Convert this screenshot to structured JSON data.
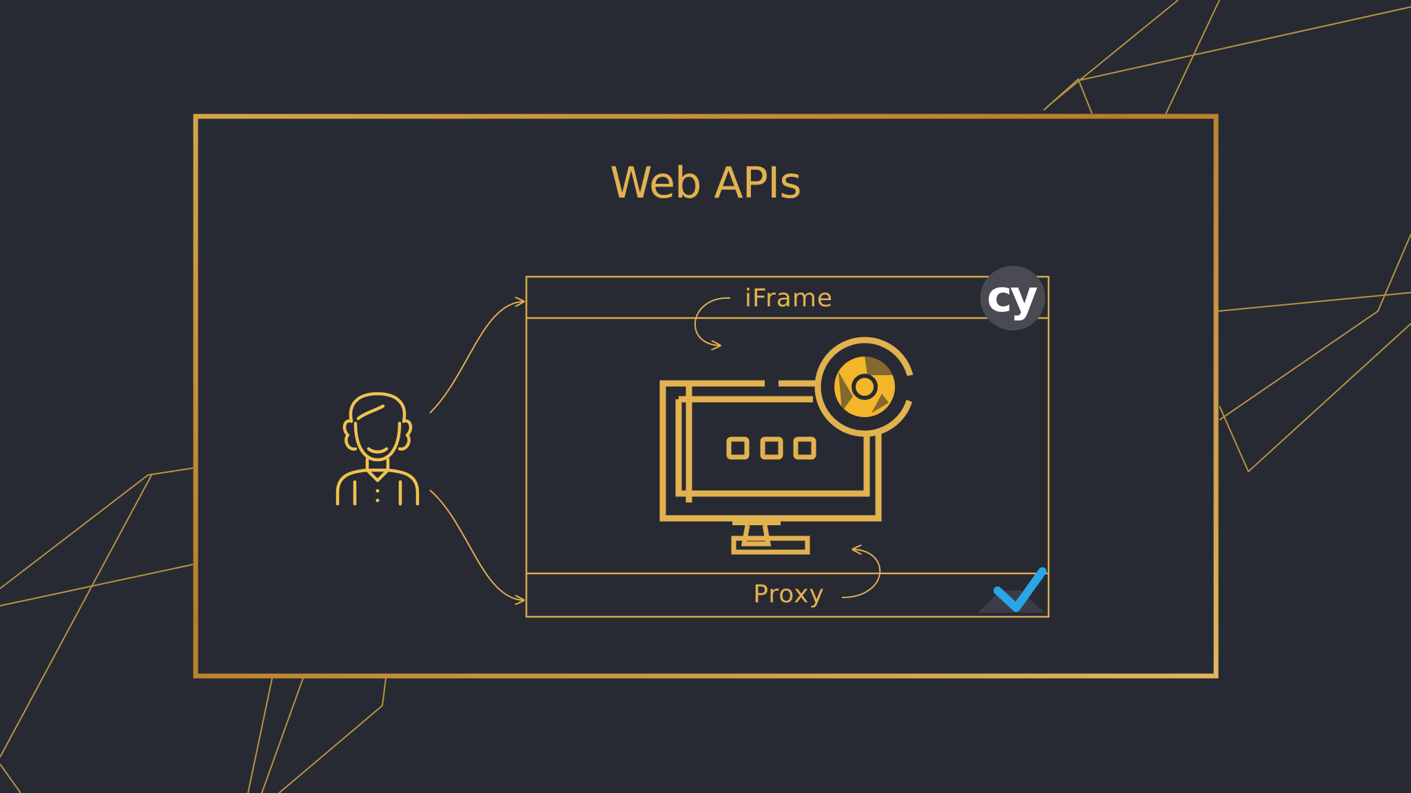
{
  "slide": {
    "title": "Web APIs",
    "top_bar_label": "iFrame",
    "bottom_bar_label": "Proxy",
    "cypress_logo_text": "cy",
    "icons": {
      "user": "person-icon",
      "computer": "monitor-icon",
      "browser": "chrome-icon",
      "cypress": "cypress-logo",
      "status": "checkmark-icon"
    }
  },
  "colors": {
    "background": "#282a33",
    "gold": "#e2b24f",
    "gold_dark": "#b07a2a",
    "chrome_yellow": "#f3b52a",
    "logo_bg": "#4a4b52",
    "check_blue": "#2aa5e6"
  }
}
